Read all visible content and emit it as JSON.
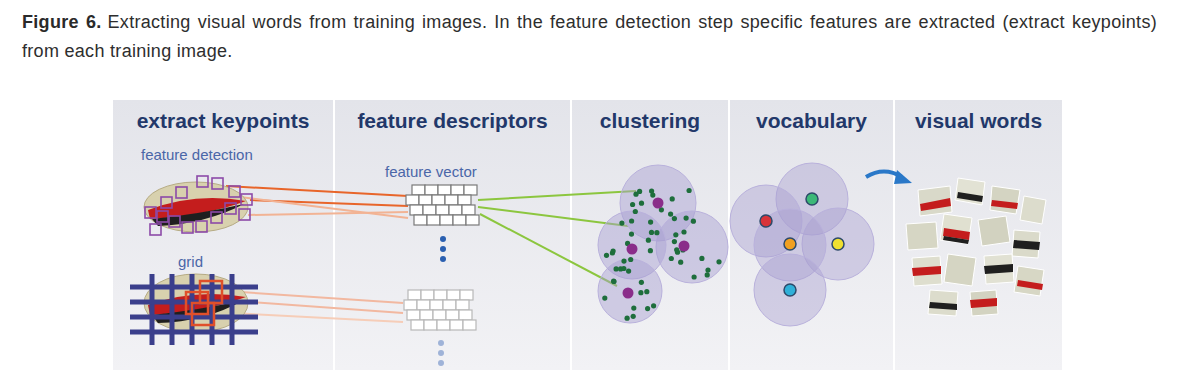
{
  "diagram": {
    "caption": "Extracting visual words from training images. In the feature detection step specific features are extracted (extract keypoints) from each training image.",
    "nodes": [
      {
        "text": [
          "extract keypoints"
        ]
      },
      {
        "text": [
          "feature descriptors"
        ]
      },
      {
        "text": [
          "clustering"
        ]
      },
      {
        "text": [
          "vocabulary"
        ]
      },
      {
        "text": [
          "visual words"
        ]
      }
    ],
    "labels": [
      "Figure 6.",
      "feature detection",
      "grid",
      "feature vector"
    ]
  }
}
